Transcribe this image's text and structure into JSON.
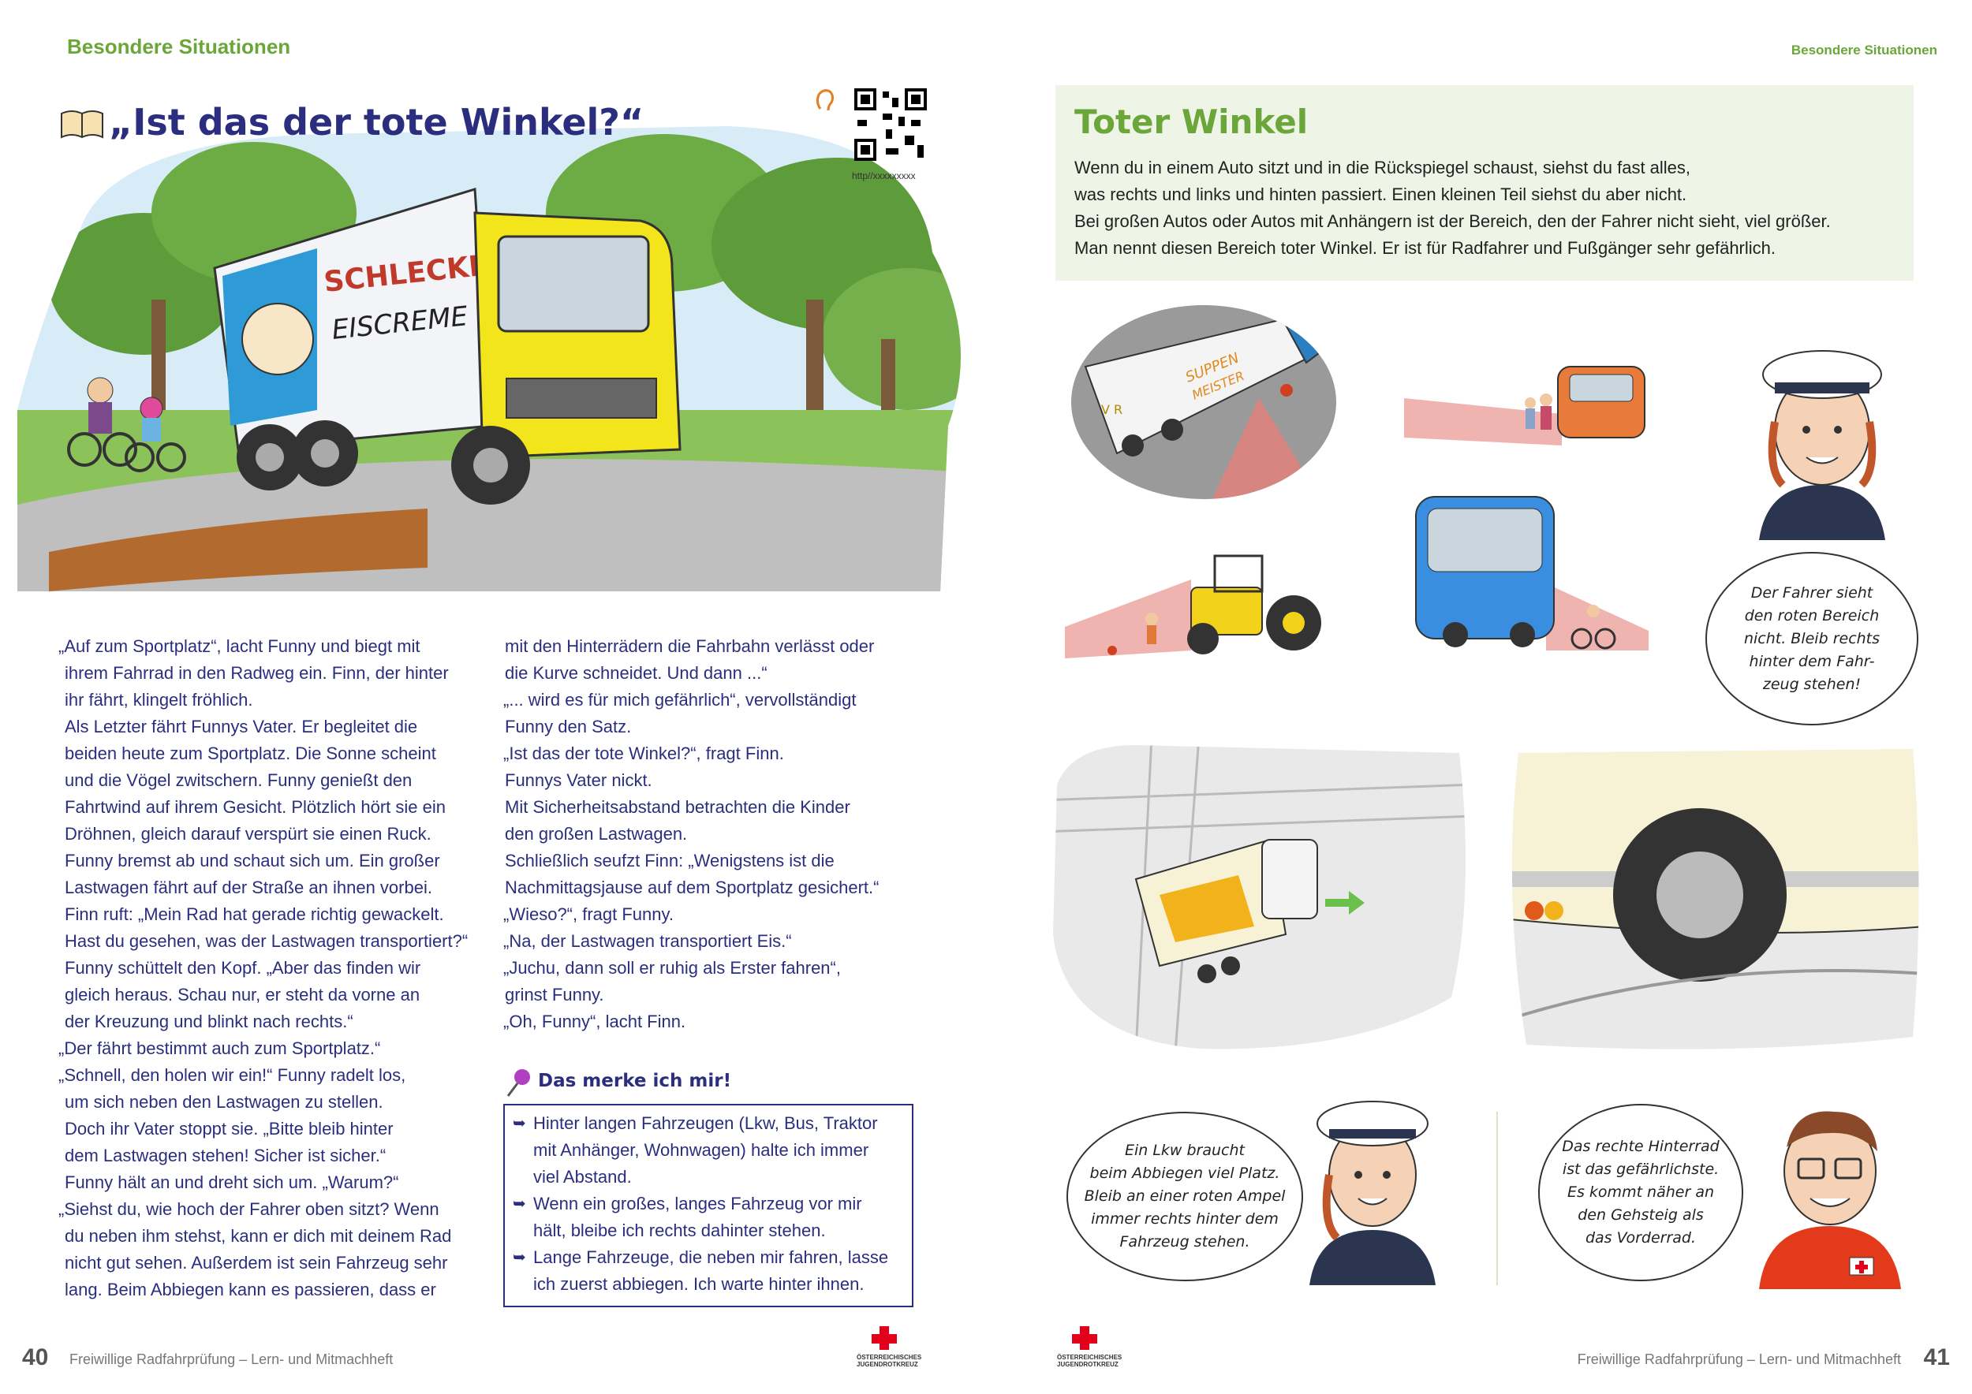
{
  "header": {
    "left": "Besondere Situationen",
    "right": "Besondere Situationen"
  },
  "story": {
    "title": "„Ist das der tote Winkel?“",
    "qr_url": "http//xxxxxxxxx",
    "truck_text_line1": "SCHLECKERL",
    "truck_text_line2": "EISCREME",
    "col1": [
      "„Auf zum Sportplatz“, lacht Funny und biegt mit",
      "ihrem Fahrrad in den Radweg ein. Finn, der hinter",
      "ihr fährt, klingelt fröhlich.",
      "Als Letzter fährt Funnys Vater. Er begleitet die",
      "beiden heute zum Sportplatz. Die Sonne scheint",
      "und die Vögel zwitschern. Funny genießt den",
      "Fahrtwind auf ihrem Gesicht. Plötzlich hört sie ein",
      "Dröhnen, gleich darauf verspürt sie einen Ruck.",
      "Funny bremst ab und schaut sich um. Ein großer",
      "Lastwagen fährt auf der Straße an ihnen vorbei.",
      "Finn ruft: „Mein Rad hat gerade richtig gewackelt.",
      "Hast du gesehen, was der Lastwagen transportiert?“",
      "Funny schüttelt den Kopf. „Aber das finden wir",
      "gleich heraus. Schau nur, er steht da vorne an",
      "der Kreuzung und blinkt nach rechts.“",
      "„Der fährt bestimmt auch zum Sportplatz.“",
      "„Schnell, den holen wir ein!“ Funny radelt los,",
      "um sich neben den Lastwagen zu stellen.",
      "Doch ihr Vater stoppt sie. „Bitte bleib hinter",
      "dem Lastwagen stehen! Sicher ist sicher.“",
      "Funny hält an und dreht sich um. „Warum?“",
      "„Siehst du, wie hoch der Fahrer oben sitzt? Wenn",
      "du neben ihm stehst, kann er dich mit deinem Rad",
      "nicht gut sehen. Außerdem ist sein Fahrzeug sehr",
      "lang. Beim Abbiegen kann es passieren, dass er"
    ],
    "col2": [
      "mit den Hinterrädern die Fahrbahn verlässt oder",
      "die Kurve schneidet. Und dann ...“",
      "„... wird es für mich gefährlich“, vervollständigt",
      "Funny den Satz.",
      "„Ist das der tote Winkel?“, fragt Finn.",
      "Funnys Vater nickt.",
      "Mit Sicherheitsabstand betrachten die Kinder",
      "den großen Lastwagen.",
      "Schließlich seufzt Finn: „Wenigstens ist die",
      "Nachmittagsjause auf dem Sportplatz gesichert.“",
      "„Wieso?“, fragt Funny.",
      "„Na, der Lastwagen transportiert Eis.“",
      "„Juchu, dann soll er ruhig als Erster fahren“,",
      "grinst Funny.",
      "„Oh, Funny“, lacht Finn."
    ]
  },
  "merke": {
    "title": "Das merke ich mir!",
    "items": [
      [
        "Hinter langen Fahrzeugen (Lkw, Bus, Traktor",
        "mit Anhänger, Wohnwagen) halte ich immer",
        "viel Abstand."
      ],
      [
        "Wenn ein großes, langes Fahrzeug vor mir",
        "hält, bleibe ich rechts dahinter stehen."
      ],
      [
        "Lange Fahrzeuge, die neben mir fahren, lasse",
        "ich zuerst abbiegen. Ich warte hinter ihnen."
      ]
    ]
  },
  "info": {
    "title": "Toter Winkel",
    "lines": [
      "Wenn du in einem Auto sitzt und in die Rückspiegel schaust, siehst du fast alles,",
      "was rechts und links und hinten passiert. Einen kleinen Teil siehst du aber nicht.",
      "Bei großen Autos oder Autos mit Anhängern ist der Bereich, den der Fahrer nicht sieht, viel größer.",
      "Man nennt diesen Bereich toter Winkel. Er ist für Radfahrer und Fußgänger sehr gefährlich."
    ]
  },
  "illustrations": {
    "truck2_text_line1": "SUPPEN",
    "truck2_text_line2": "MEISTER",
    "truck2_side_letters": "V R"
  },
  "bubbles": {
    "b1": [
      "Der Fahrer sieht",
      "den roten Bereich",
      "nicht. Bleib rechts",
      "hinter dem Fahr-",
      "zeug stehen!"
    ],
    "b2": [
      "Ein Lkw braucht",
      "beim Abbiegen viel Platz.",
      "Bleib an einer roten Ampel",
      "immer rechts hinter dem",
      "Fahrzeug stehen."
    ],
    "b3": [
      "Das rechte Hinterrad",
      "ist das gefährlichste.",
      "Es kommt näher an",
      "den Gehsteig als",
      "das Vorderrad."
    ]
  },
  "footer": {
    "left_page": "40",
    "right_page": "41",
    "left_text": "Freiwillige Radfahrprüfung – Lern- und Mitmachheft",
    "right_text": "Freiwillige Radfahrprüfung – Lern- und Mitmachheft",
    "logo_line1": "ÖSTERREICHISCHES",
    "logo_line2": "JUGENDROTKREUZ"
  },
  "colors": {
    "green": "#6aa63a",
    "navy": "#2b2e7e",
    "red": "#e2001a",
    "info_bg": "#eef4e6"
  }
}
